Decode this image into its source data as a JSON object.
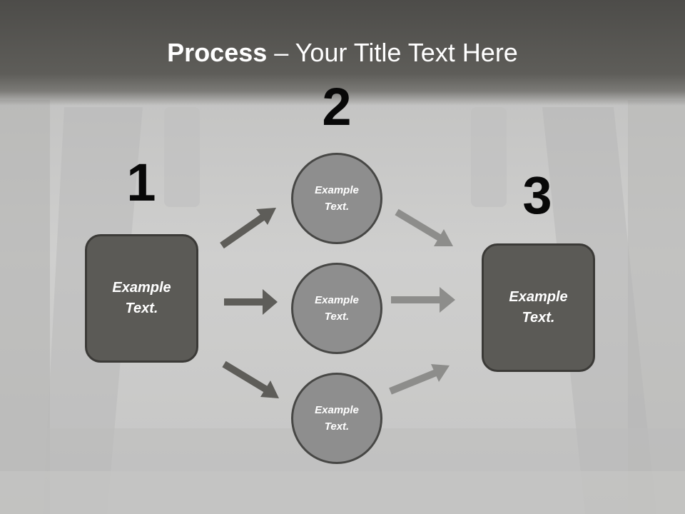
{
  "title": {
    "bold": "Process",
    "rest": " – Your Title Text Here"
  },
  "steps": {
    "one": "1",
    "two": "2",
    "three": "3"
  },
  "nodes": {
    "left": "Example Text.",
    "top": "Example Text.",
    "middle": "Example Text.",
    "bottom": "Example Text.",
    "right": "Example Text."
  },
  "colors": {
    "dark_box": "#5b5a56",
    "circle": "#8e8e8e",
    "arrow_dark": "#5e5d59",
    "arrow_light": "#8d8d8b"
  }
}
